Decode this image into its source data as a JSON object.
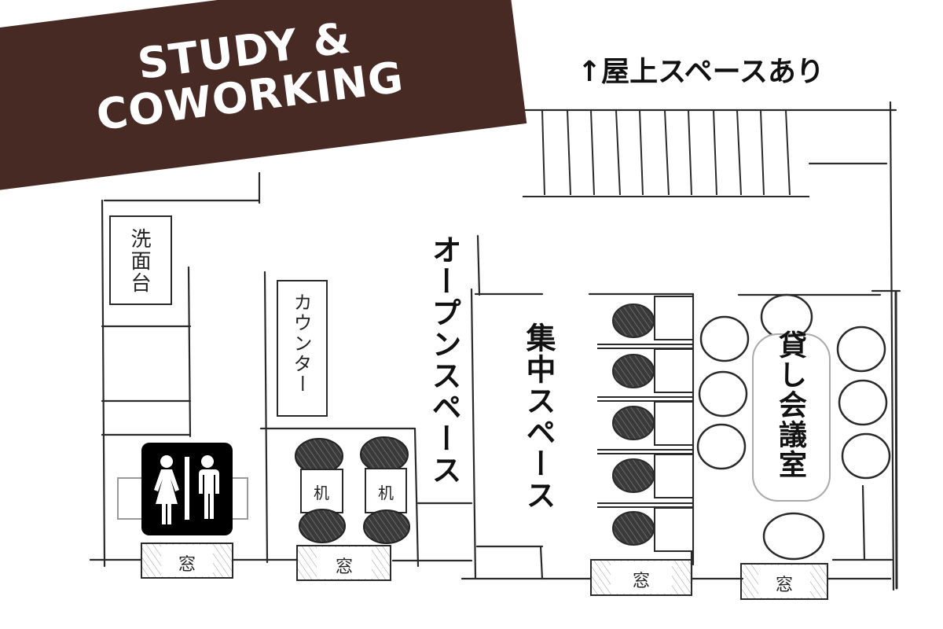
{
  "banner": {
    "line1": "STUDY &",
    "line2": "COWORKING",
    "color": "#472a23",
    "text_color": "#ffffff"
  },
  "labels": {
    "rooftop": "↑屋上スペースあり",
    "open_space": "オープンスペース",
    "focus_space": "集中スペース",
    "meeting_room": "貸し会議室",
    "sink": "洗面台",
    "counter": "カウンター",
    "desk": "机",
    "window": "窓"
  },
  "icons": {
    "restroom": "restroom-icon",
    "stairs": "stairs-icon"
  },
  "counts": {
    "stair_treads": 10,
    "focus_booths": 5,
    "meeting_chairs": 8,
    "open_desks": 2,
    "windows": 4
  },
  "colors": {
    "line": "#2a2a2a",
    "chair_fill": "#3a3a3a",
    "background": "#ffffff"
  }
}
